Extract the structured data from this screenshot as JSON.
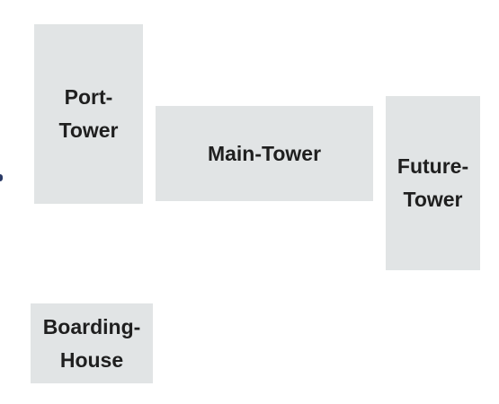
{
  "blocks": {
    "port_tower": [
      "Port-",
      "Tower"
    ],
    "main_tower": [
      "Main-Tower"
    ],
    "future_tower": [
      "Future-",
      "Tower"
    ],
    "boarding_house": [
      "Boarding-",
      "House"
    ]
  },
  "colors": {
    "block_fill": "#e1e4e5",
    "text": "#1f1f1f",
    "background": "#ffffff"
  }
}
